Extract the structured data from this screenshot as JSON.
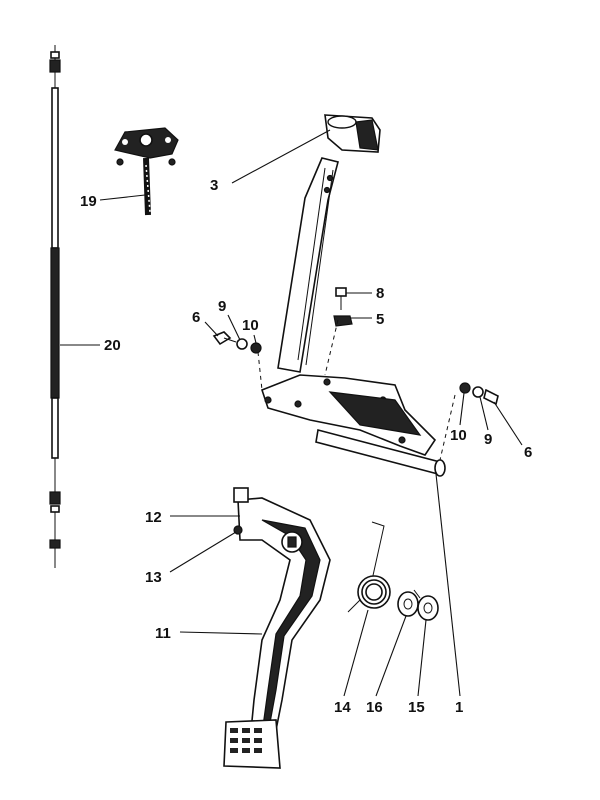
{
  "labels": {
    "p1": "1",
    "p3": "3",
    "p5": "5",
    "p6a": "6",
    "p6b": "6",
    "p8": "8",
    "p9a": "9",
    "p9b": "9",
    "p10a": "10",
    "p10b": "10",
    "p11": "11",
    "p12": "12",
    "p13": "13",
    "p14": "14",
    "p15": "15",
    "p16": "16",
    "p19": "19",
    "p20": "20"
  },
  "colors": {
    "ink": "#111111",
    "paper": "#ffffff"
  }
}
